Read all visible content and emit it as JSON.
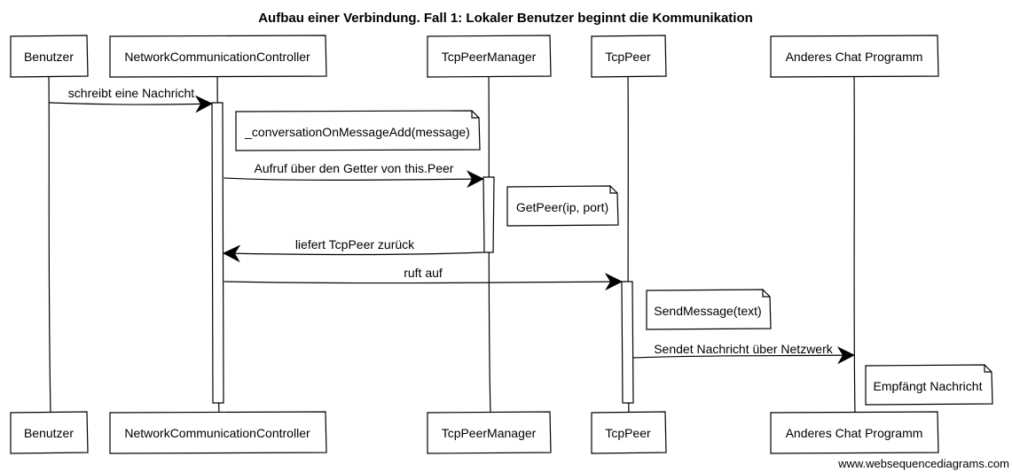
{
  "title": "Aufbau einer Verbindung. Fall 1: Lokaler Benutzer beginnt die Kommunikation",
  "participants": [
    {
      "id": "benutzer",
      "label": "Benutzer"
    },
    {
      "id": "ncc",
      "label": "NetworkCommunicationController"
    },
    {
      "id": "tpm",
      "label": "TcpPeerManager"
    },
    {
      "id": "tcppeer",
      "label": "TcpPeer"
    },
    {
      "id": "chat",
      "label": "Anderes Chat Programm"
    }
  ],
  "messages": [
    {
      "from": "benutzer",
      "to": "ncc",
      "label": "schreibt eine Nachricht"
    },
    {
      "from": "ncc",
      "to": "tpm",
      "label": "Aufruf über den Getter von this.Peer"
    },
    {
      "from": "tpm",
      "to": "ncc",
      "label": "liefert TcpPeer zurück"
    },
    {
      "from": "ncc",
      "to": "tcppeer",
      "label": "ruft auf"
    },
    {
      "from": "tcppeer",
      "to": "chat",
      "label": "Sendet Nachricht über Netzwerk"
    }
  ],
  "notes": [
    {
      "participant": "ncc",
      "text": "_conversationOnMessageAdd(message)"
    },
    {
      "participant": "tpm",
      "text": "GetPeer(ip, port)"
    },
    {
      "participant": "tcppeer",
      "text": "SendMessage(text)"
    },
    {
      "participant": "chat",
      "text": "Empfängt Nachricht"
    }
  ],
  "credit": "www.websequencediagrams.com"
}
